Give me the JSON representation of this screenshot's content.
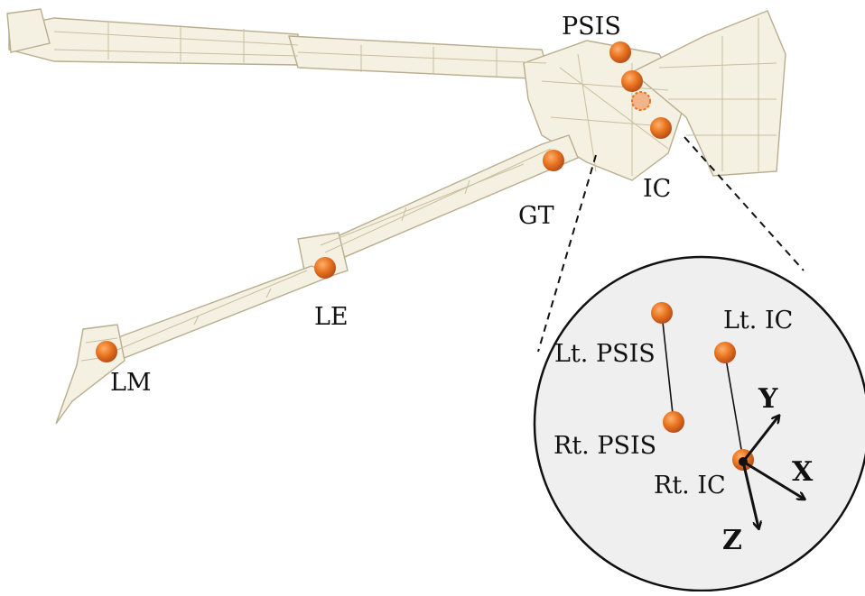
{
  "colors": {
    "marker": "#e8741e",
    "marker_edge": "#b0501a",
    "bone_stroke": "#b8ad8c",
    "bone_fill": "#f4f0e2",
    "inset_fill": "#efefef",
    "ink": "#111111"
  },
  "labels": {
    "psis": "PSIS",
    "ic": "IC",
    "gt": "GT",
    "le": "LE",
    "lm": "LM"
  },
  "inset": {
    "lt_psis": "Lt. PSIS",
    "rt_psis": "Rt. PSIS",
    "lt_ic": "Lt. IC",
    "rt_ic": "Rt. IC",
    "axes": {
      "x": "X",
      "y": "Y",
      "z": "Z"
    }
  }
}
